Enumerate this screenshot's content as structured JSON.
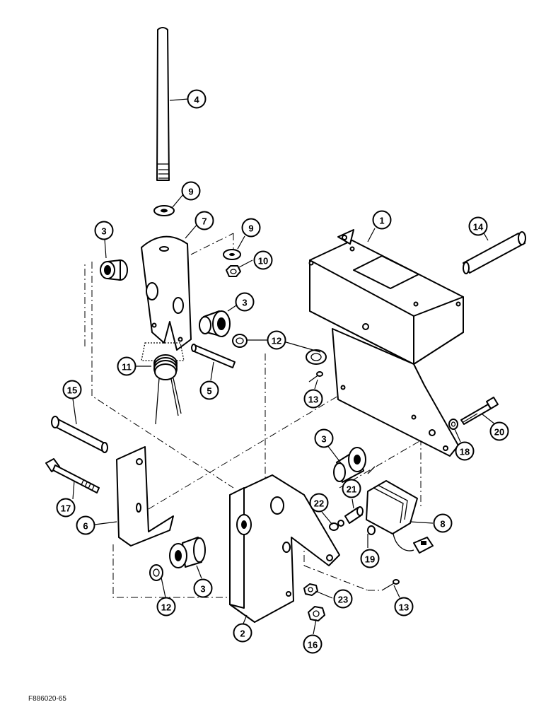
{
  "figure_code": "F886020-65",
  "callouts": [
    {
      "id": "c4",
      "label": "4"
    },
    {
      "id": "c9a",
      "label": "9"
    },
    {
      "id": "c3a",
      "label": "3"
    },
    {
      "id": "c7",
      "label": "7"
    },
    {
      "id": "c9b",
      "label": "9"
    },
    {
      "id": "c10",
      "label": "10"
    },
    {
      "id": "c1",
      "label": "1"
    },
    {
      "id": "c14",
      "label": "14"
    },
    {
      "id": "c3b",
      "label": "3"
    },
    {
      "id": "c12a",
      "label": "12"
    },
    {
      "id": "c11",
      "label": "11"
    },
    {
      "id": "c5",
      "label": "5"
    },
    {
      "id": "c13a",
      "label": "13"
    },
    {
      "id": "c15",
      "label": "15"
    },
    {
      "id": "c20",
      "label": "20"
    },
    {
      "id": "c18",
      "label": "18"
    },
    {
      "id": "c3c",
      "label": "3"
    },
    {
      "id": "c17",
      "label": "17"
    },
    {
      "id": "c21",
      "label": "21"
    },
    {
      "id": "c22",
      "label": "22"
    },
    {
      "id": "c8",
      "label": "8"
    },
    {
      "id": "c6",
      "label": "6"
    },
    {
      "id": "c19",
      "label": "19"
    },
    {
      "id": "c12b",
      "label": "12"
    },
    {
      "id": "c3d",
      "label": "3"
    },
    {
      "id": "c23",
      "label": "23"
    },
    {
      "id": "c13b",
      "label": "13"
    },
    {
      "id": "c2",
      "label": "2"
    },
    {
      "id": "c16",
      "label": "16"
    }
  ]
}
